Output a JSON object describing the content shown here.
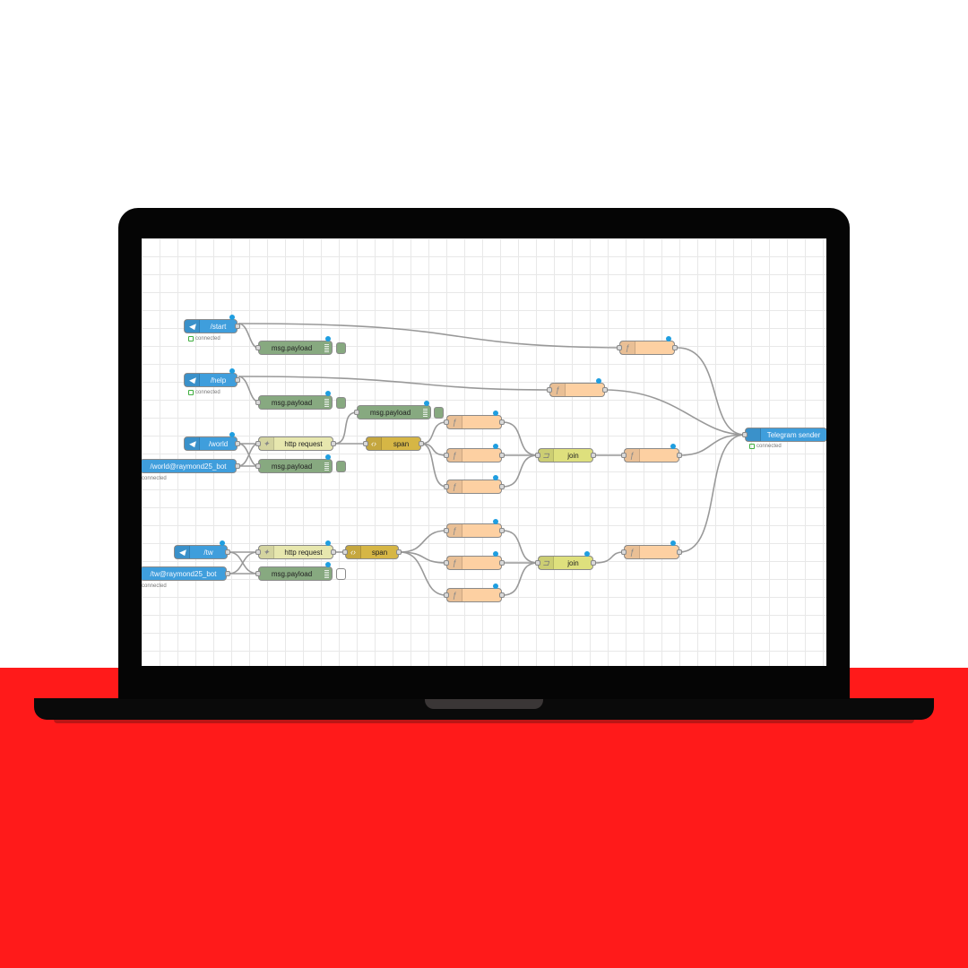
{
  "colors": {
    "background_red": "#ff1a1a",
    "laptop": "#050505",
    "telegram_node": "#3f9edc",
    "debug_node": "#87a980",
    "function_node": "#fdd0a2",
    "http_node": "#e7e7ae",
    "span_node": "#d6b645",
    "join_node": "#dee07d",
    "wire": "#999999"
  },
  "icons": {
    "telegram": "telegram-icon",
    "function": "function-icon",
    "http": "globe-icon",
    "span": "code-icon",
    "join": "join-icon"
  },
  "flow": {
    "nodes": {
      "start": "/start",
      "help": "/help",
      "world": "/world",
      "world_bot": "/world@raymond25_bot",
      "tw": "/tw",
      "tw_bot": "/tw@raymond25_bot",
      "debug": "msg.payload",
      "http": "http request",
      "span": "span",
      "join": "join",
      "sender": "Telegram sender",
      "func_glyph": "ƒ"
    },
    "status": {
      "connected": "connected"
    }
  }
}
